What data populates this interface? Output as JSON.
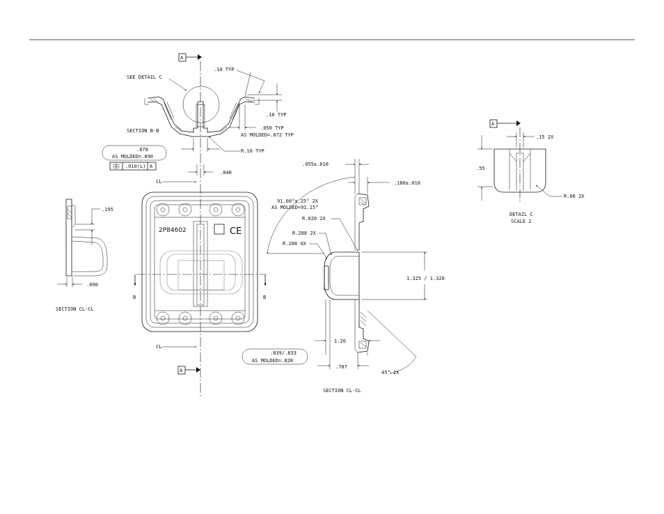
{
  "labels": {
    "datum_a": "A",
    "see_detail_c": "SEE DETAIL  C",
    "section_bb": "SECTION  B-B",
    "section_clcl": "SECTION  CL-CL",
    "detail_c": "DETAIL  C",
    "scale_2": "SCALE  2",
    "cl": "CL",
    "b": "B",
    "part_number": "2P84602",
    "ce_mark": "CE"
  },
  "dims": {
    "d_10_typ_top": ".10 TYP",
    "d_10_typ_mid": ".10 TYP",
    "d_050_typ": ".050 TYP",
    "d_as_molded_072": "AS MOLDED=.072 TYP",
    "d_r10_typ": "R.10 TYP",
    "d_878": ".878",
    "d_as_molded_890": "AS MOLDED=.890",
    "fcf_tol": ".010(L)",
    "fcf_datum": "A",
    "d_040": ".040",
    "d_195": ".195",
    "d_090": ".090",
    "d_055": ".055±.010",
    "d_180": ".180±.010",
    "d_angle": "91.00°±.25° 2X",
    "d_angle_molded": "AS MOLDED=91.15°",
    "d_r020": "R.020 2X",
    "d_r288_2x": "R.288 2X",
    "d_r288_4x": "R.288 4X",
    "d_1325": "1.325 / 1.320",
    "d_120": "1.20",
    "d_839": ".839/.833",
    "d_as_molded_828": "AS MOLDED=.828",
    "d_787": ".787",
    "d_45": "45° 2X",
    "d_15_2x": ".15 2X",
    "d_55": ".55",
    "d_r06_2x": "R.06 2X"
  }
}
